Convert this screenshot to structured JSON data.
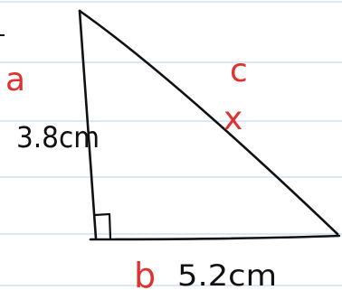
{
  "colors": {
    "paper": "#ffffff",
    "ruled_line": "#cfdff0",
    "ink_black": "#111111",
    "ink_red": "#e03131"
  },
  "labels": {
    "side_a_letter": "a",
    "side_a_length": "3.8cm",
    "side_b_letter": "b",
    "side_b_length": "5.2cm",
    "side_c_letter": "c",
    "side_c_unknown": "x"
  },
  "right_angle_marker": "right-angle-square"
}
